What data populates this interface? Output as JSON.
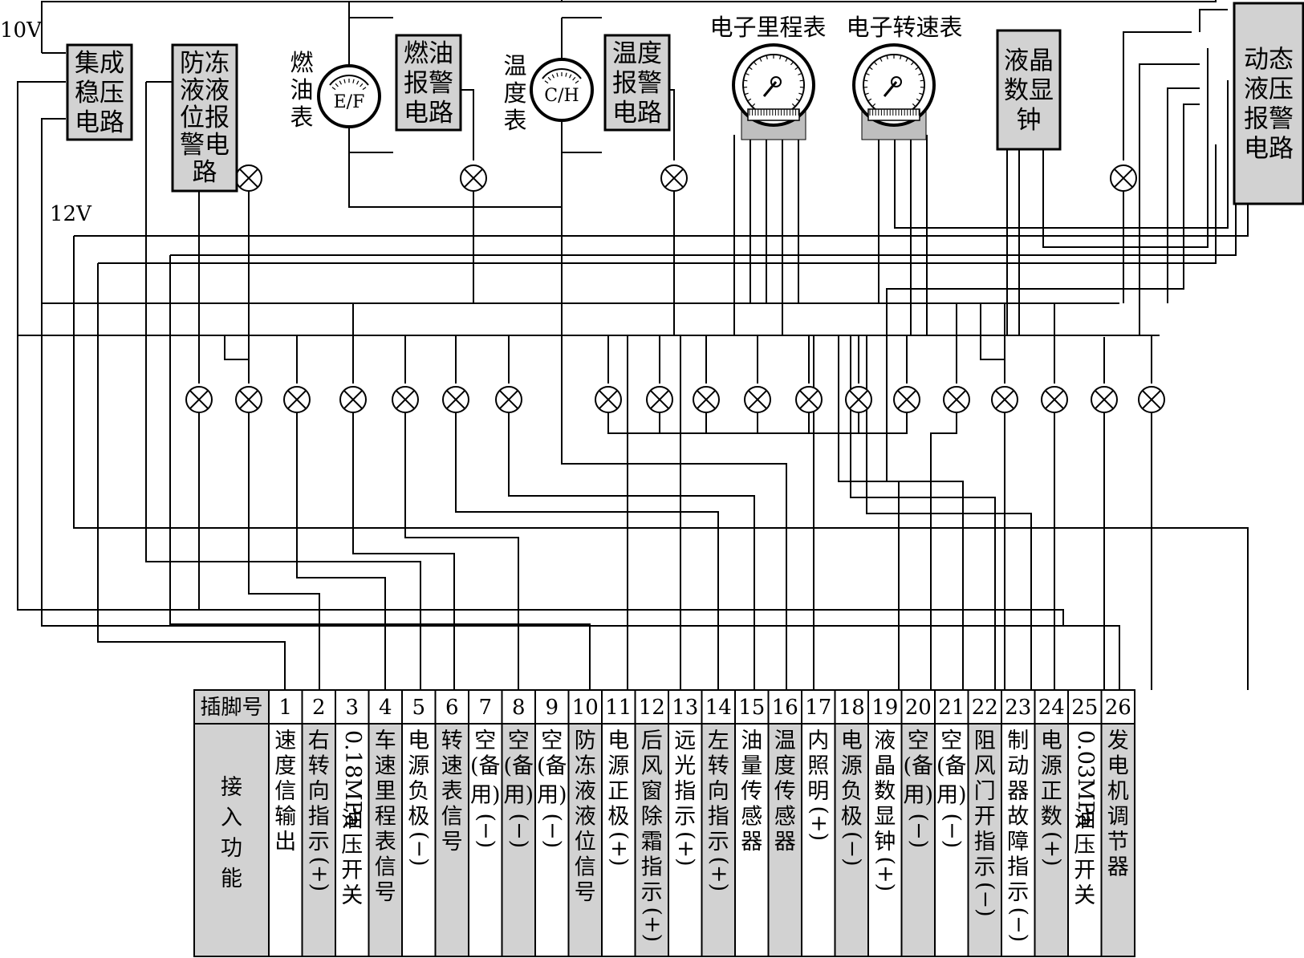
{
  "supply_labels": {
    "v10": "10V",
    "v12": "12V"
  },
  "meters": {
    "fuel_gauge_label": [
      "燃",
      "油",
      "表"
    ],
    "fuel_gauge_face": "E/F",
    "temp_gauge_label": [
      "温",
      "度",
      "表"
    ],
    "temp_gauge_face": "C/H",
    "odometer_label": "电子里程表",
    "tachometer_label": "电子转速表"
  },
  "modules": [
    {
      "id": "regulator",
      "lines": [
        "集成",
        "稳压",
        "电路"
      ]
    },
    {
      "id": "antifreeze",
      "lines": [
        "防冻",
        "液液",
        "位报",
        "警电",
        "路"
      ]
    },
    {
      "id": "fuel_alarm",
      "lines": [
        "燃油",
        "报警",
        "电路"
      ]
    },
    {
      "id": "temp_alarm",
      "lines": [
        "温度",
        "报警",
        "电路"
      ]
    },
    {
      "id": "lcd_clock",
      "lines": [
        "液晶",
        "数显",
        "钟"
      ]
    },
    {
      "id": "oil_alarm",
      "lines": [
        "动态",
        "液压",
        "报警",
        "电路"
      ]
    }
  ],
  "connector": {
    "header_label": "插脚号",
    "function_label": [
      "接",
      "入",
      "功",
      "能"
    ],
    "pins": [
      {
        "num": "1",
        "func": [
          "速",
          "度",
          "信",
          "输",
          "出"
        ],
        "shade": false
      },
      {
        "num": "2",
        "func": [
          "右",
          "转",
          "向",
          "指",
          "示",
          "(+)"
        ],
        "shade": true
      },
      {
        "num": "3",
        "func": [
          "0.18MPa",
          "油",
          "压",
          "开",
          "关"
        ],
        "shade": false
      },
      {
        "num": "4",
        "func": [
          "车",
          "速",
          "里",
          "程",
          "表",
          "信",
          "号"
        ],
        "shade": true
      },
      {
        "num": "5",
        "func": [
          "电",
          "源",
          "负",
          "极",
          "(−)"
        ],
        "shade": false
      },
      {
        "num": "6",
        "func": [
          "转",
          "速",
          "表",
          "信",
          "号"
        ],
        "shade": true
      },
      {
        "num": "7",
        "func": [
          "空",
          "(备",
          "用)",
          "(−)"
        ],
        "shade": false
      },
      {
        "num": "8",
        "func": [
          "空",
          "(备",
          "用)",
          "(−)"
        ],
        "shade": true
      },
      {
        "num": "9",
        "func": [
          "空",
          "(备",
          "用)",
          "(−)"
        ],
        "shade": false
      },
      {
        "num": "10",
        "func": [
          "防",
          "冻",
          "液",
          "液",
          "位",
          "信",
          "号"
        ],
        "shade": true
      },
      {
        "num": "11",
        "func": [
          "电",
          "源",
          "正",
          "极",
          "(+)"
        ],
        "shade": false
      },
      {
        "num": "12",
        "func": [
          "后",
          "风",
          "窗",
          "除",
          "霜",
          "指",
          "示",
          "(+)"
        ],
        "shade": true
      },
      {
        "num": "13",
        "func": [
          "远",
          "光",
          "指",
          "示",
          "(+)"
        ],
        "shade": false
      },
      {
        "num": "14",
        "func": [
          "左",
          "转",
          "向",
          "指",
          "示",
          "(+)"
        ],
        "shade": true
      },
      {
        "num": "15",
        "func": [
          "油",
          "量",
          "传",
          "感",
          "器"
        ],
        "shade": false
      },
      {
        "num": "16",
        "func": [
          "温",
          "度",
          "传",
          "感",
          "器"
        ],
        "shade": true
      },
      {
        "num": "17",
        "func": [
          "内",
          "照",
          "明",
          "(+)"
        ],
        "shade": false
      },
      {
        "num": "18",
        "func": [
          "电",
          "源",
          "负",
          "极",
          "(−)"
        ],
        "shade": true
      },
      {
        "num": "19",
        "func": [
          "液",
          "晶",
          "数",
          "显",
          "钟",
          "(+)"
        ],
        "shade": false
      },
      {
        "num": "20",
        "func": [
          "空",
          "(备",
          "用)",
          "(−)"
        ],
        "shade": true
      },
      {
        "num": "21",
        "func": [
          "空",
          "(备",
          "用)",
          "(−)"
        ],
        "shade": false
      },
      {
        "num": "22",
        "func": [
          "阻",
          "风",
          "门",
          "开",
          "指",
          "示",
          "(−)"
        ],
        "shade": true
      },
      {
        "num": "23",
        "func": [
          "制",
          "动",
          "器",
          "故",
          "障",
          "指",
          "示",
          "(−)"
        ],
        "shade": false
      },
      {
        "num": "24",
        "func": [
          "电",
          "源",
          "正",
          "数",
          "(+)"
        ],
        "shade": true
      },
      {
        "num": "25",
        "func": [
          "0.03MPa",
          "油",
          "压",
          "开",
          "关"
        ],
        "shade": false
      },
      {
        "num": "26",
        "func": [
          "发",
          "电",
          "机",
          "调",
          "节",
          "器"
        ],
        "shade": true
      }
    ]
  }
}
